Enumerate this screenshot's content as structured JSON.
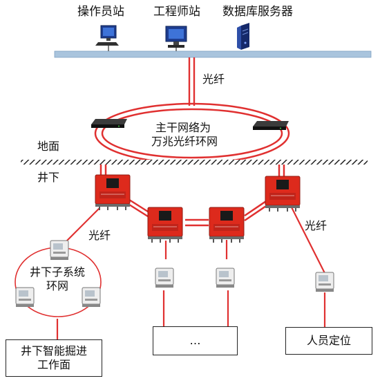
{
  "top_nodes": {
    "operator_station": "操作员站",
    "engineer_station": "工程师站",
    "database_server": "数据库服务器"
  },
  "labels": {
    "fiber_top": "光纤",
    "backbone_line1": "主干网络为",
    "backbone_line2": "万兆光纤环网",
    "surface": "地面",
    "underground": "井下",
    "fiber_left": "光纤",
    "fiber_right": "光纤",
    "subring_line1": "井下子系统",
    "subring_line2": "环网"
  },
  "boxes": {
    "mining_face": "井下智能掘进\n工作面",
    "ellipsis": "…",
    "personnel_positioning": "人员定位"
  },
  "colors": {
    "fiber": "#e03030",
    "bus": "#a9c4dd",
    "station_red": "#dd2a1c",
    "switch_dark": "#222222"
  }
}
